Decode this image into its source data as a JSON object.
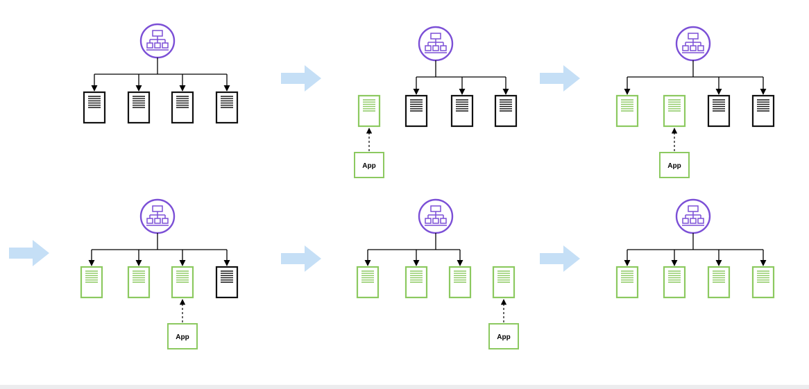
{
  "colors": {
    "balancer": "#7b4fd6",
    "old_server": "#111111",
    "new_server": "#8cc960",
    "app_box": "#8cc960",
    "arrow": "#c5dff6",
    "connector": "#000000"
  },
  "icons": {
    "balancer": "load-balancer-hierarchy-icon",
    "server": "server-document-icon",
    "step_arrow": "right-arrow-icon"
  },
  "diagram": {
    "stages": [
      {
        "servers": [
          "old",
          "old",
          "old",
          "old"
        ],
        "connected": [
          true,
          true,
          true,
          true
        ],
        "app_target": null
      },
      {
        "servers": [
          "new",
          "old",
          "old",
          "old"
        ],
        "connected": [
          false,
          true,
          true,
          true
        ],
        "app_target": 0,
        "app_label": "App"
      },
      {
        "servers": [
          "new",
          "new",
          "old",
          "old"
        ],
        "connected": [
          true,
          false,
          true,
          true
        ],
        "app_target": 1,
        "app_label": "App"
      },
      {
        "servers": [
          "new",
          "new",
          "new",
          "old"
        ],
        "connected": [
          true,
          true,
          true,
          true
        ],
        "app_target": 2,
        "app_label": "App"
      },
      {
        "servers": [
          "new",
          "new",
          "new",
          "new"
        ],
        "connected": [
          true,
          true,
          true,
          false
        ],
        "app_target": 3,
        "app_label": "App"
      },
      {
        "servers": [
          "new",
          "new",
          "new",
          "new"
        ],
        "connected": [
          true,
          true,
          true,
          true
        ],
        "app_target": null
      }
    ]
  }
}
